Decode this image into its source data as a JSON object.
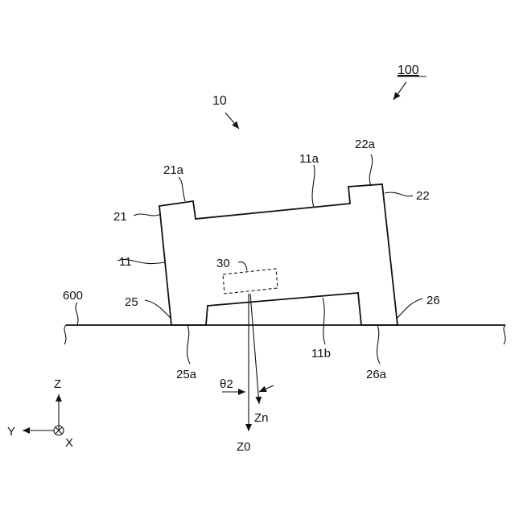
{
  "labels": {
    "device": "100",
    "body": "10",
    "top_surface": "11a",
    "left_protrusion_top": "21a",
    "right_protrusion_top": "22a",
    "left_protrusion": "21",
    "right_protrusion": "22",
    "side": "11",
    "sensor": "30",
    "ground": "600",
    "left_foot": "25",
    "right_foot": "26",
    "bottom_surface": "11b",
    "left_foot_bottom": "25a",
    "right_foot_bottom": "26a",
    "angle": "θ2",
    "normal_axis": "Zn",
    "vertical_axis": "Z0",
    "axis_z": "Z",
    "axis_y": "Y",
    "axis_x": "X"
  }
}
